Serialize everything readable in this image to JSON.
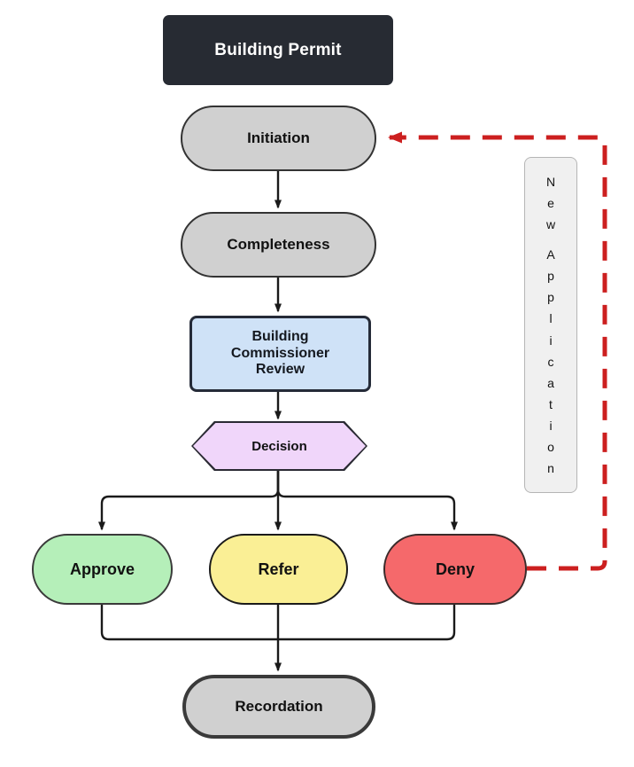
{
  "diagram": {
    "type": "flowchart",
    "title": "Building Permit",
    "background_color": "#ffffff",
    "title_banner": {
      "label": "Building Permit",
      "fill": "#272b33",
      "text_color": "#ffffff"
    },
    "nodes": [
      {
        "id": "initiation",
        "label": "Initiation",
        "shape": "stadium",
        "fill": "#d0d0d0",
        "stroke": "#333333"
      },
      {
        "id": "completeness",
        "label": "Completeness",
        "shape": "stadium",
        "fill": "#d0d0d0",
        "stroke": "#333333"
      },
      {
        "id": "review",
        "label": "Building Commissioner Review",
        "shape": "rectangle",
        "fill": "#cfe2f7",
        "stroke": "#252b38"
      },
      {
        "id": "decision",
        "label": "Decision",
        "shape": "hexagon",
        "fill": "#f0d6fa",
        "stroke": "#2a2a33"
      },
      {
        "id": "approve",
        "label": "Approve",
        "shape": "stadium",
        "fill": "#b5efb9",
        "stroke": "#3a3a3a"
      },
      {
        "id": "refer",
        "label": "Refer",
        "shape": "stadium",
        "fill": "#faef95",
        "stroke": "#1a1a1a"
      },
      {
        "id": "deny",
        "label": "Deny",
        "shape": "stadium",
        "fill": "#f5696b",
        "stroke": "#3a2a2a"
      },
      {
        "id": "recordation",
        "label": "Recordation",
        "shape": "stadium",
        "fill": "#d0d0d0",
        "stroke": "#3a3a3a"
      }
    ],
    "node_labels": {
      "initiation": "Initiation",
      "completeness": "Completeness",
      "review_line1": "Building",
      "review_line2": "Commissioner",
      "review_line3": "Review",
      "decision": "Decision",
      "approve": "Approve",
      "refer": "Refer",
      "deny": "Deny",
      "recordation": "Recordation"
    },
    "edges": [
      {
        "from": "initiation",
        "to": "completeness",
        "style": "solid",
        "color": "#1a1a1a",
        "label": ""
      },
      {
        "from": "completeness",
        "to": "review",
        "style": "solid",
        "color": "#1a1a1a",
        "label": ""
      },
      {
        "from": "review",
        "to": "decision",
        "style": "solid",
        "color": "#1a1a1a",
        "label": ""
      },
      {
        "from": "decision",
        "to": "approve",
        "style": "solid",
        "color": "#1a1a1a",
        "label": ""
      },
      {
        "from": "decision",
        "to": "refer",
        "style": "solid",
        "color": "#1a1a1a",
        "label": ""
      },
      {
        "from": "decision",
        "to": "deny",
        "style": "solid",
        "color": "#1a1a1a",
        "label": ""
      },
      {
        "from": "approve",
        "to": "recordation",
        "style": "solid",
        "color": "#1a1a1a",
        "label": ""
      },
      {
        "from": "refer",
        "to": "recordation",
        "style": "solid",
        "color": "#1a1a1a",
        "label": ""
      },
      {
        "from": "deny",
        "to": "recordation",
        "style": "solid",
        "color": "#1a1a1a",
        "label": ""
      },
      {
        "from": "deny",
        "to": "initiation",
        "style": "dashed",
        "color": "#cc1f1f",
        "label": "New Application"
      }
    ],
    "edge_label": {
      "text": "New Application",
      "orientation": "vertical",
      "letters": [
        "N",
        "e",
        "w",
        "",
        "A",
        "p",
        "p",
        "l",
        "i",
        "c",
        "a",
        "t",
        "i",
        "o",
        "n"
      ],
      "fill": "#f0f0f0",
      "stroke": "#b5b5b5"
    }
  }
}
